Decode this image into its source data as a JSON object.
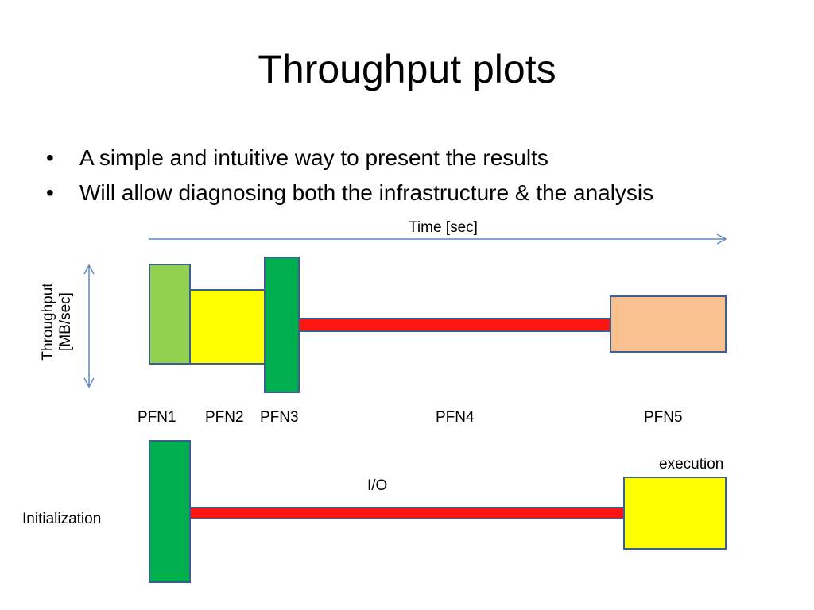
{
  "slide": {
    "title": "Throughput plots",
    "bullets": [
      "A simple and intuitive way to present the results",
      "Will allow diagnosing both the infrastructure & the analysis"
    ],
    "bullet_glyph": "•"
  },
  "diagram": {
    "time_axis_label": "Time [sec]",
    "throughput_axis_label_line1": "Throughput",
    "throughput_axis_label_line2": "[MB/sec]",
    "pfn_labels": [
      "PFN1",
      "PFN2",
      "PFN3",
      "PFN4",
      "PFN5"
    ],
    "legend": {
      "initialization": "Initialization",
      "io": "I/O",
      "execution": "execution"
    },
    "colors": {
      "light_green": "#92d050",
      "green": "#00b050",
      "yellow": "#ffff00",
      "peach": "#f8c08f",
      "red": "#ff1414",
      "outline": "#3d5f8f",
      "arrow": "#5b87c5"
    }
  }
}
